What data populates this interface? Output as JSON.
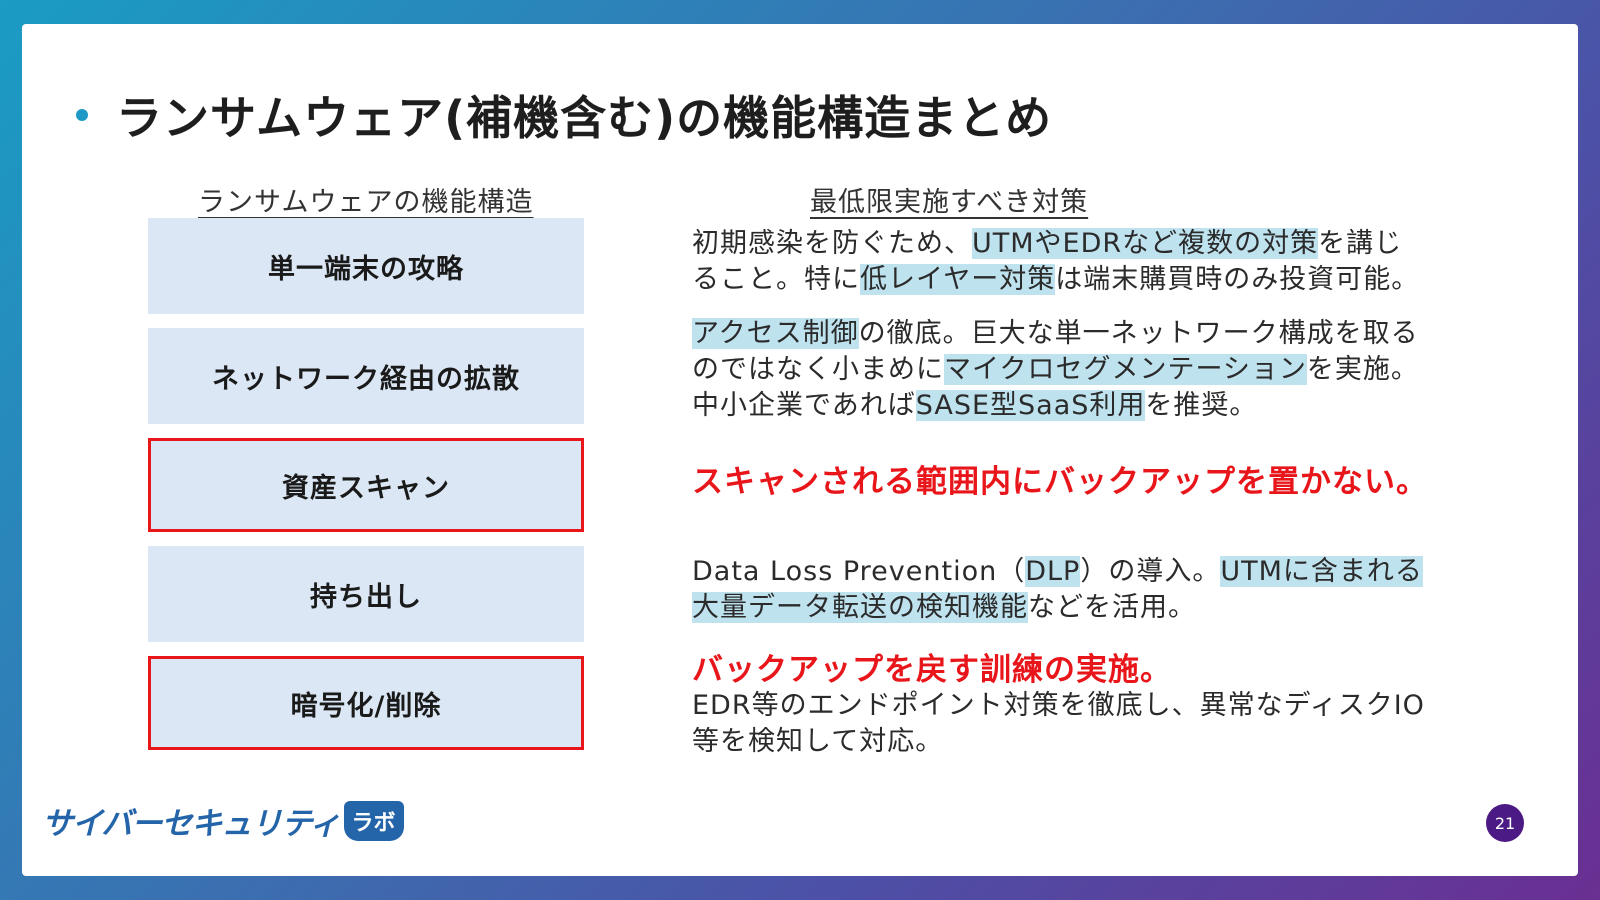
{
  "title": "ランサムウェア(補機含む)の機能構造まとめ",
  "columns": {
    "left": "ランサムウェアの機能構造",
    "right": "最低限実施すべき対策"
  },
  "stages": [
    {
      "label": "単一端末の攻略"
    },
    {
      "label": "ネットワーク経由の拡散"
    },
    {
      "label": "資産スキャン"
    },
    {
      "label": "持ち出し"
    },
    {
      "label": "暗号化/削除"
    }
  ],
  "measures": {
    "m1": {
      "a": "初期感染を防ぐため、",
      "b": "UTMやEDRなど複数の対策",
      "c": "を講じ",
      "d": "ること。特に",
      "e": "低レイヤー対策",
      "f": "は端末購買時のみ投資可能。"
    },
    "m2": {
      "a": "アクセス制御",
      "b": "の徹底。巨大な単一ネットワーク構成を取る",
      "c": "のではなく小まめに",
      "d": "マイクロセグメンテーション",
      "e": "を実施。",
      "f": "中小企業であれば",
      "g": "SASE型SaaS利用",
      "h": "を推奨。"
    },
    "m3": "スキャンされる範囲内にバックアップを置かない。",
    "m4": {
      "a": "Data Loss Prevention（",
      "b": "DLP",
      "c": "）の導入。",
      "d": "UTMに含まれる",
      "e": "大量データ転送の検知機能",
      "f": "などを活用。"
    },
    "m5": {
      "heading": "バックアップを戻す訓練の実施。",
      "line1": "EDR等のエンドポイント対策を徹底し、異常なディスクIO",
      "line2": "等を検知して対応。"
    }
  },
  "logo": {
    "text": "サイバーセキュリティ",
    "badge": "ラボ"
  },
  "page_number": "21",
  "colors": {
    "accent": "#1f9ac6",
    "box": "#dbe7f4",
    "highlight": "#bfe2ef",
    "alert": "#e8161a",
    "page_badge": "#4c1a85"
  }
}
